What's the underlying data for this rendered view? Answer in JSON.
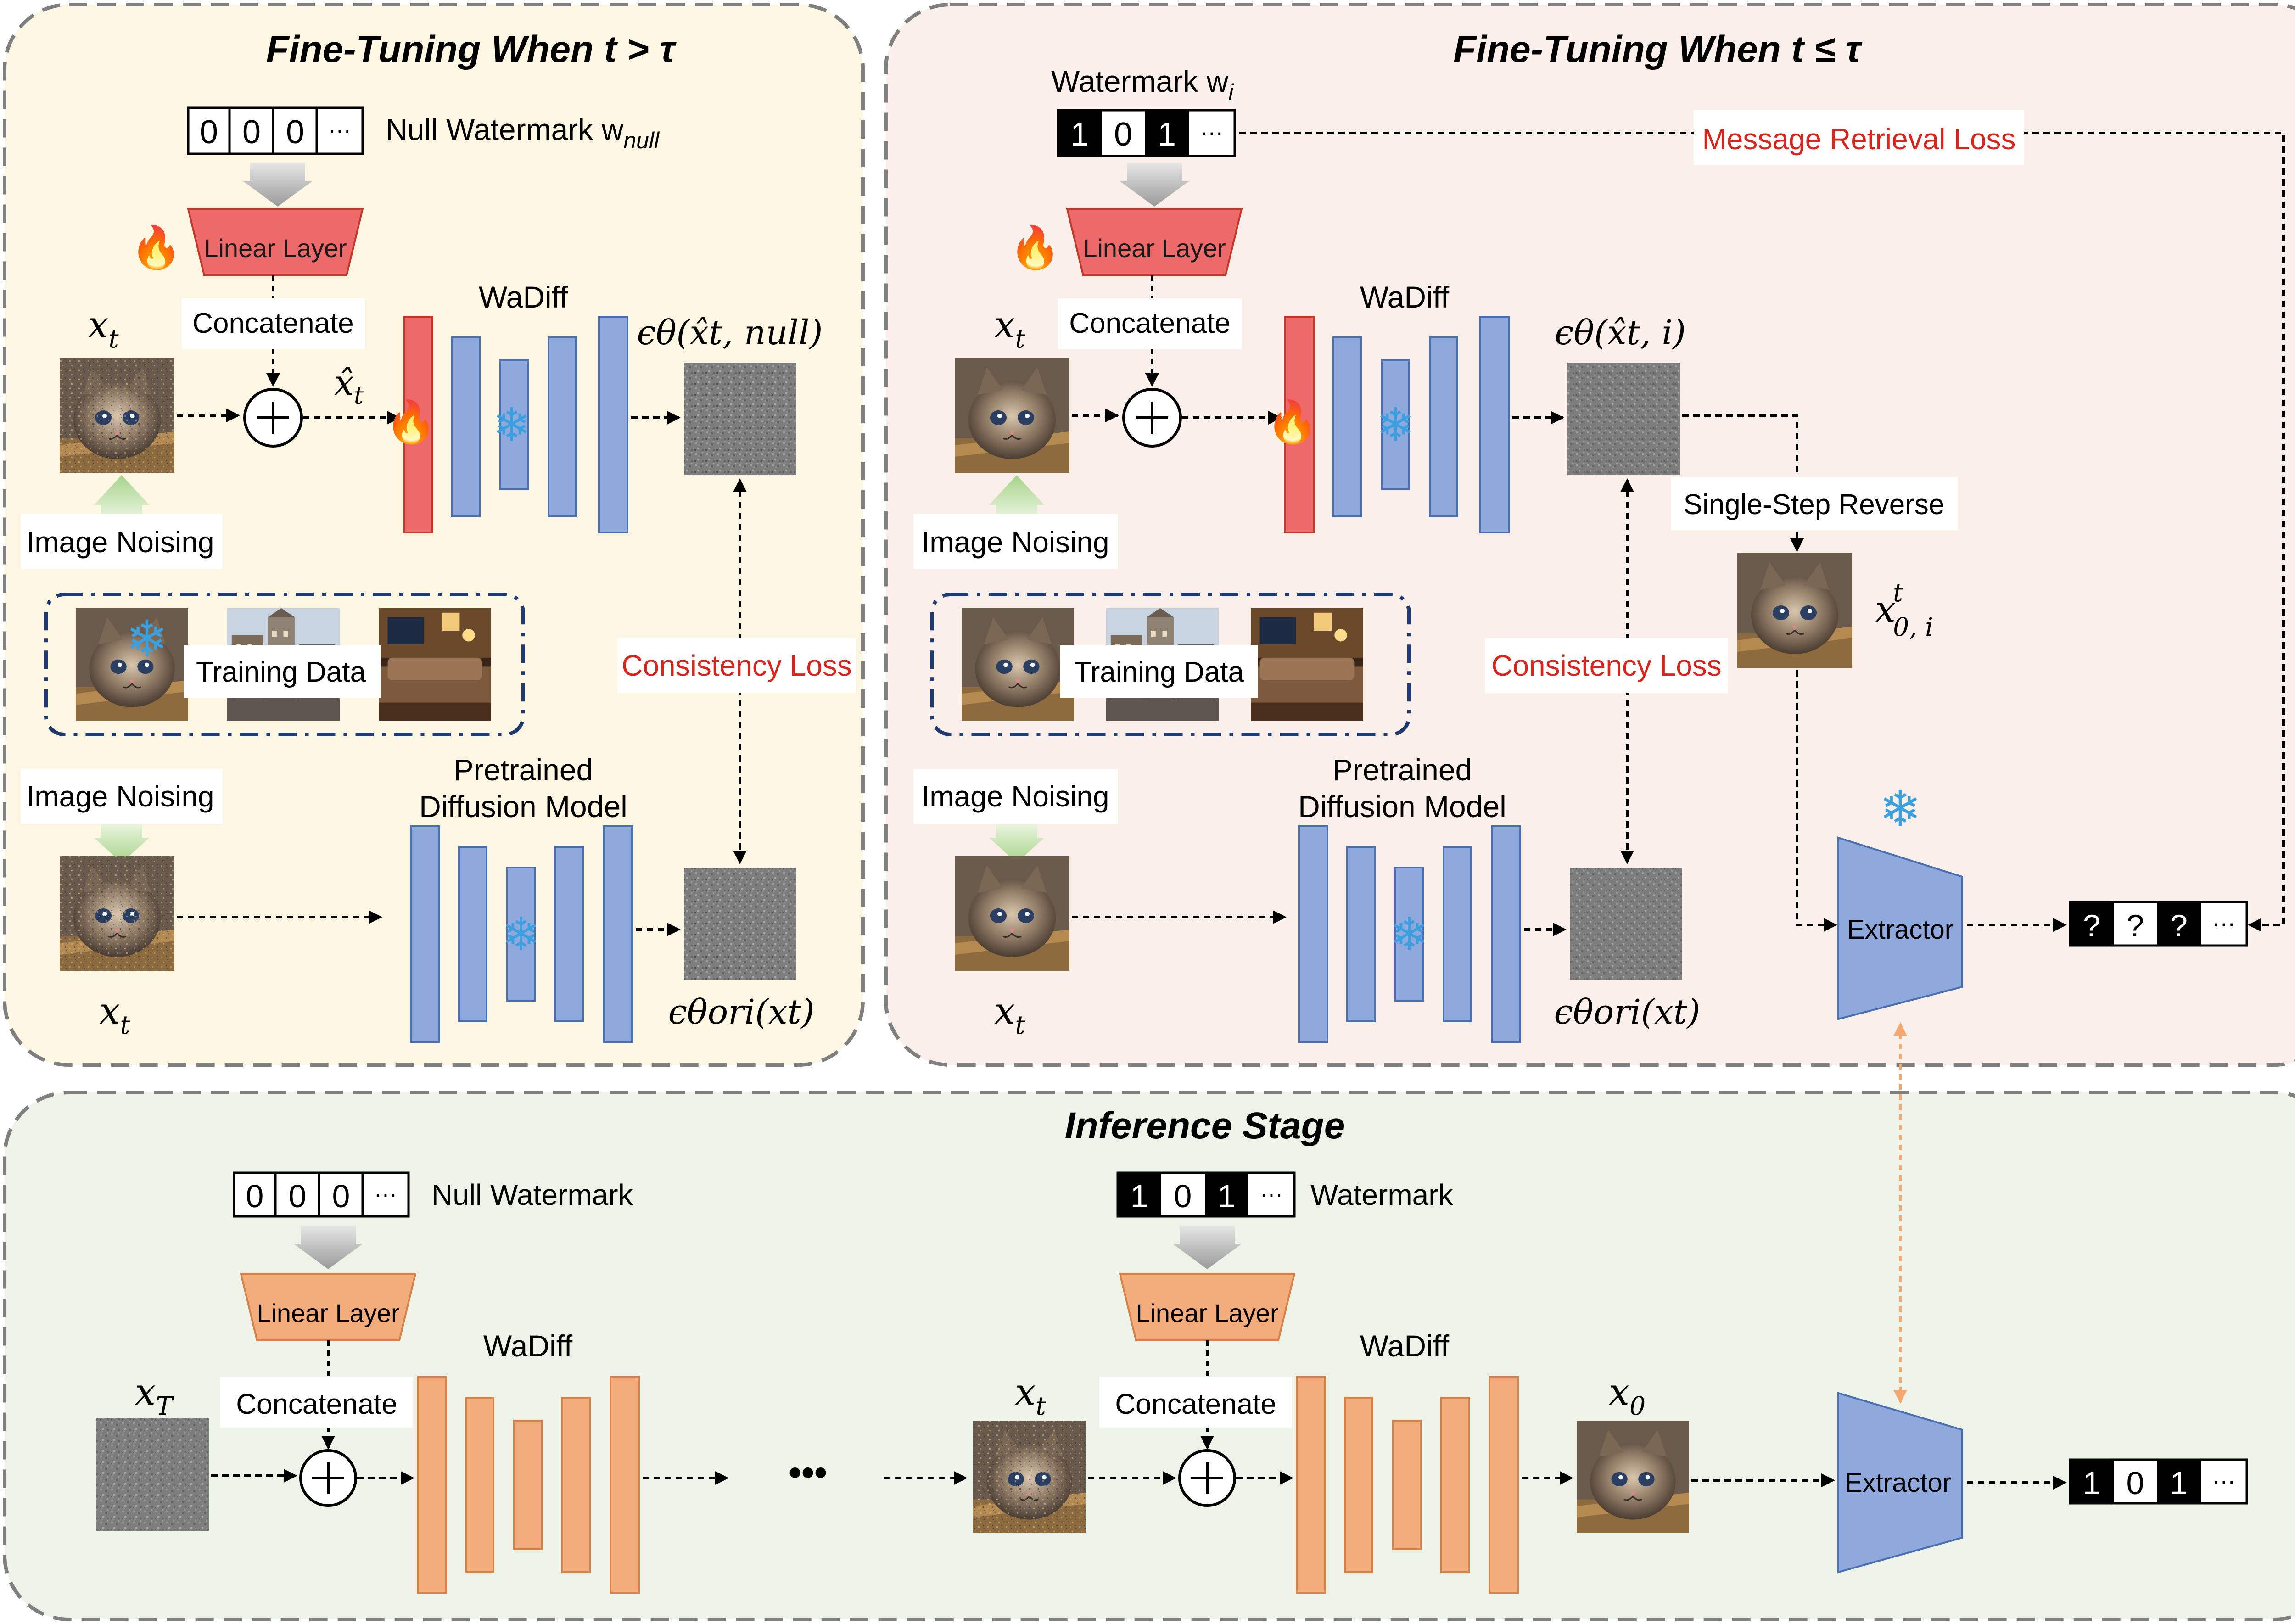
{
  "panels": {
    "left_title": "Fine-Tuning When t > τ",
    "right_title": "Fine-Tuning When t ≤ τ",
    "bottom_title": "Inference Stage"
  },
  "left": {
    "watermark_bits": [
      "0",
      "0",
      "0",
      "···"
    ],
    "watermark_label": "Null Watermark w",
    "watermark_sub": "null",
    "linear_layer": "Linear Layer",
    "concatenate": "Concatenate",
    "xt_top": "x",
    "xt_top_sub": "t",
    "xhat": "x̂",
    "xhat_sub": "t",
    "wadiff": "WaDiff",
    "eps_top": "ϵθ(x̂t, null)",
    "image_noising_1": "Image Noising",
    "training_data": "Training Data",
    "consistency_loss": "Consistency Loss",
    "image_noising_2": "Image Noising",
    "pretrained": "Pretrained",
    "diffusion_model": "Diffusion Model",
    "xt_bottom": "x",
    "xt_bottom_sub": "t",
    "eps_bottom": "ϵθori(xt)"
  },
  "right": {
    "watermark_label": "Watermark w",
    "watermark_sub": "i",
    "watermark_bits": [
      "1",
      "0",
      "1",
      "···"
    ],
    "message_loss": "Message Retrieval Loss",
    "linear_layer": "Linear Layer",
    "concatenate": "Concatenate",
    "xt_top": "x",
    "xt_top_sub": "t",
    "wadiff": "WaDiff",
    "eps_top": "ϵθ(x̂t, i)",
    "single_step": "Single-Step Reverse",
    "x0": "x",
    "x0_sub": "0, i",
    "x0_sup": "t",
    "image_noising_1": "Image Noising",
    "training_data": "Training Data",
    "consistency_loss": "Consistency Loss",
    "image_noising_2": "Image Noising",
    "pretrained": "Pretrained",
    "diffusion_model": "Diffusion Model",
    "extractor": "Extractor",
    "out_bits": [
      "?",
      "?",
      "?",
      "···"
    ],
    "xt_bottom": "x",
    "xt_bottom_sub": "t",
    "eps_bottom": "ϵθori(xt)"
  },
  "bottom": {
    "null_bits": [
      "0",
      "0",
      "0",
      "···"
    ],
    "null_label": "Null Watermark",
    "wm_bits": [
      "1",
      "0",
      "1",
      "···"
    ],
    "wm_label": "Watermark",
    "linear_layer_1": "Linear Layer",
    "linear_layer_2": "Linear Layer",
    "concatenate_1": "Concatenate",
    "concatenate_2": "Concatenate",
    "wadiff_1": "WaDiff",
    "wadiff_2": "WaDiff",
    "xT": "x",
    "xT_sub": "T",
    "xt": "x",
    "xt_sub": "t",
    "x0": "x",
    "x0_sub": "0",
    "ellipsis": "•••",
    "extractor": "Extractor",
    "out_bits": [
      "1",
      "0",
      "1",
      "···"
    ]
  },
  "colors": {
    "left_bg": "#fcf6e3",
    "right_bg": "#fbefea",
    "bottom_bg": "#eef3e7",
    "blue_bar": "#8fa9dc",
    "red_bar": "#ee6a6a",
    "orange_bar": "#f3ad7c",
    "loss_red": "#d9241c",
    "dashed_border": "#7f7f7f"
  }
}
